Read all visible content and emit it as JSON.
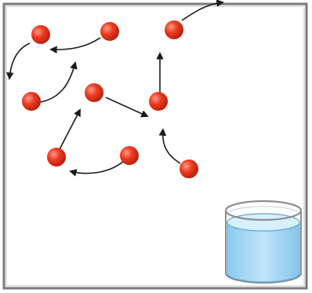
{
  "diagram": {
    "frame_color": "#7a7a7a",
    "frame_shadow_color": "#cfcfcf",
    "particle_color": "#e8351f",
    "particle_highlight_color": "#ff8a73",
    "arrow_color": "#1a1a1a",
    "beaker_rim_color": "#8a8f94",
    "water_color": "#a8d8f4",
    "water_edge_color": "#5aa7d6"
  },
  "particles": [
    {
      "id": "p1"
    },
    {
      "id": "p2"
    },
    {
      "id": "p3"
    },
    {
      "id": "p4"
    },
    {
      "id": "p5"
    },
    {
      "id": "p6"
    },
    {
      "id": "p7"
    },
    {
      "id": "p8"
    },
    {
      "id": "p9"
    },
    {
      "id": "p10"
    }
  ],
  "beaker": {
    "icon": "beaker-of-water-icon"
  }
}
